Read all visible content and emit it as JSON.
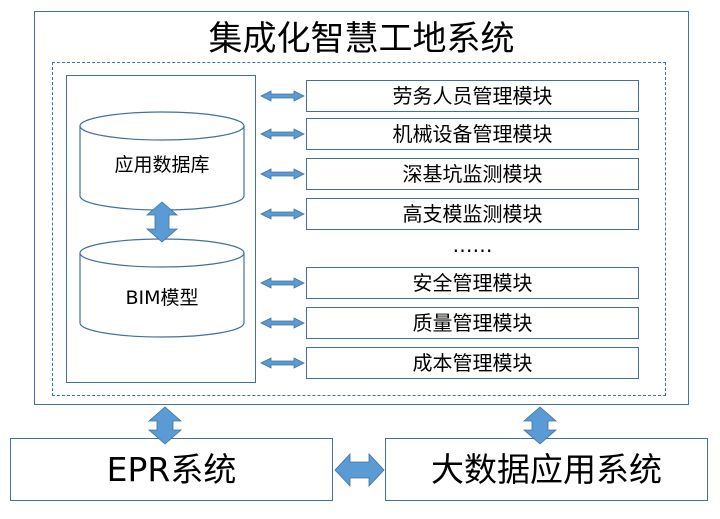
{
  "title": "集成化智慧工地系统",
  "database_label": "应用数据库",
  "bim_label": "BIM模型",
  "modules": [
    "劳务人员管理模块",
    "机械设备管理模块",
    "深基坑监测模块",
    "高支模监测模块"
  ],
  "ellipsis": "……",
  "modules_lower": [
    "安全管理模块",
    "质量管理模块",
    "成本管理模块"
  ],
  "bottom_left": "EPR系统",
  "bottom_right": "大数据应用系统",
  "colors": {
    "border": "#41719c",
    "arrow_fill": "#5b9bd5",
    "arrow_stroke": "#41719c"
  }
}
